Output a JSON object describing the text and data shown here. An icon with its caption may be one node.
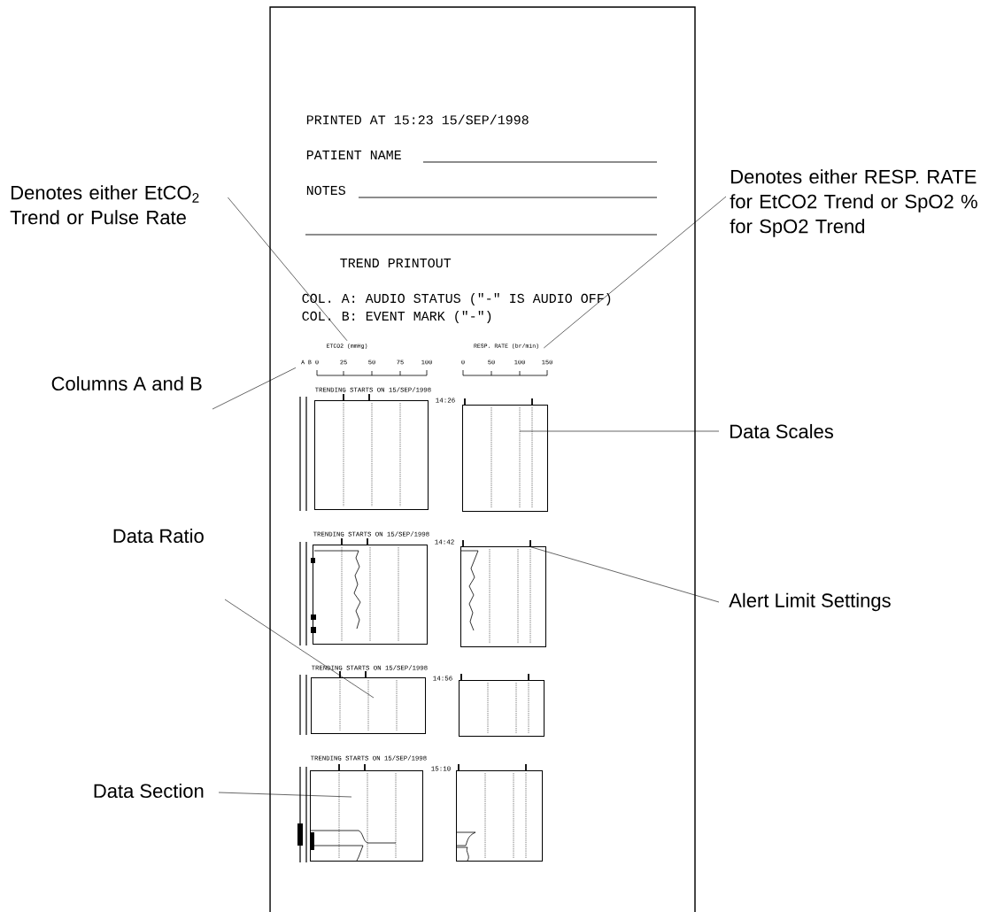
{
  "diagram": {
    "nodes": [
      {
        "text": [
          "Denotes either EtCO$_{2}$ Trend or Pulse Rate"
        ]
      },
      {
        "text": [
          "ETCO2 (mmHg)"
        ]
      },
      {
        "text": [
          "Denotes either RESP. RATE for EtCO2 Trend or SpO2 % for SpO2 Trend"
        ]
      },
      {
        "text": [
          "RESP. RATE (br/min)"
        ]
      },
      {
        "text": [
          "Columns A and B"
        ]
      },
      {
        "text": [
          "A B"
        ]
      },
      {
        "text": [
          "Data Scales"
        ]
      },
      {
        "text": [
          "Alert Limit Settings"
        ]
      },
      {
        "text": [
          "Data Ratio"
        ]
      },
      {
        "text": [
          "Data Section"
        ]
      },
      {
        "text": [],
        "shape": "box"
      },
      {
        "text": [],
        "shape": "box"
      },
      {
        "text": [],
        "shape": "box"
      },
      {
        "text": [],
        "shape": "box"
      },
      {
        "text": [],
        "shape": "box"
      },
      {
        "text": [],
        "shape": "box"
      },
      {
        "text": [],
        "shape": "box"
      },
      {
        "text": [],
        "shape": "box"
      }
    ],
    "edges": [
      {
        "from": 0,
        "to": 1,
        "arrow": "none"
      },
      {
        "from": 2,
        "to": 3,
        "arrow": "none"
      },
      {
        "from": 4,
        "to": 5,
        "arrow": "none"
      },
      {
        "from": 6,
        "to": 11,
        "arrow": "none"
      },
      {
        "from": 7,
        "to": 13,
        "arrow": "none"
      },
      {
        "from": 8,
        "to": 14,
        "arrow": "none"
      },
      {
        "from": 9,
        "to": 16,
        "arrow": "none"
      }
    ],
    "labels": [
      "PRINTED AT 15:23 15/SEP/1998",
      "PATIENT NAME",
      "NOTES",
      "TREND PRINTOUT",
      "COL. A: AUDIO STATUS (\"-\" IS AUDIO OFF)",
      "COL. B: EVENT MARK (\"-\")",
      "0",
      "25",
      "50",
      "75",
      "100",
      "0",
      "50",
      "100",
      "150",
      "TRENDING STARTS ON 15/SEP/1998",
      "14:26",
      "TRENDING STARTS ON 15/SEP/1998",
      "14:42",
      "TRENDING STARTS ON 15/SEP/1998",
      "14:56",
      "TRENDING STARTS ON 15/SEP/1998",
      "15:10"
    ]
  }
}
